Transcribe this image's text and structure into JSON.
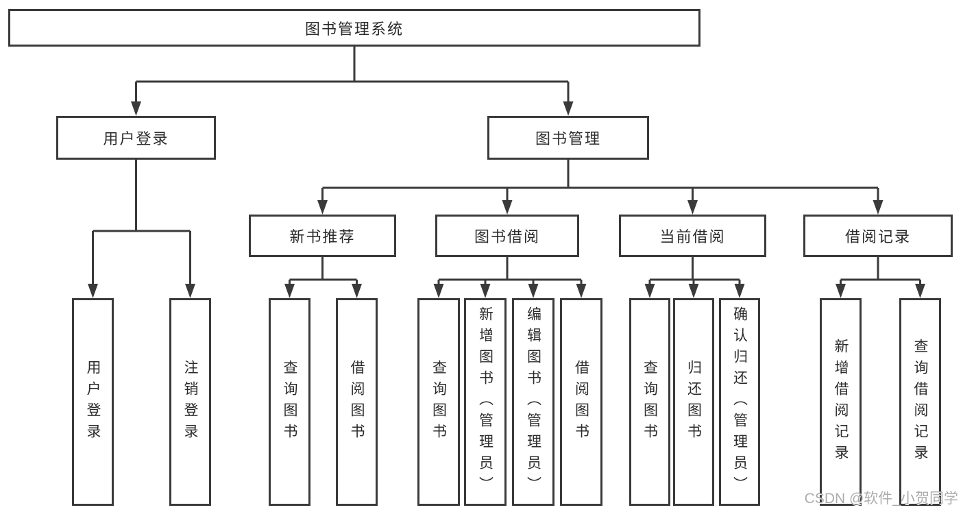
{
  "tree": {
    "label": "图书管理系统",
    "children": [
      {
        "label": "用户登录",
        "children": [
          {
            "label": "用户登录"
          },
          {
            "label": "注销登录"
          }
        ]
      },
      {
        "label": "图书管理",
        "children": [
          {
            "label": "新书推荐",
            "children": [
              {
                "label": "查询图书"
              },
              {
                "label": "借阅图书"
              }
            ]
          },
          {
            "label": "图书借阅",
            "children": [
              {
                "label": "查询图书"
              },
              {
                "label": "新增图书（管理员）"
              },
              {
                "label": "编辑图书（管理员）"
              },
              {
                "label": "借阅图书"
              }
            ]
          },
          {
            "label": "当前借阅",
            "children": [
              {
                "label": "查询图书"
              },
              {
                "label": "归还图书"
              },
              {
                "label": "确认归还（管理员）"
              }
            ]
          },
          {
            "label": "借阅记录",
            "children": [
              {
                "label": "新增借阅记录"
              },
              {
                "label": "查询借阅记录"
              }
            ]
          }
        ]
      }
    ]
  },
  "watermark": {
    "text": "CSDN @软件_小贺同学"
  },
  "colors": {
    "line": "#3a3a3a",
    "box_border": "#3a3a3a",
    "text": "#2b2b2b",
    "watermark": "#acacac",
    "background": "#ffffff"
  }
}
